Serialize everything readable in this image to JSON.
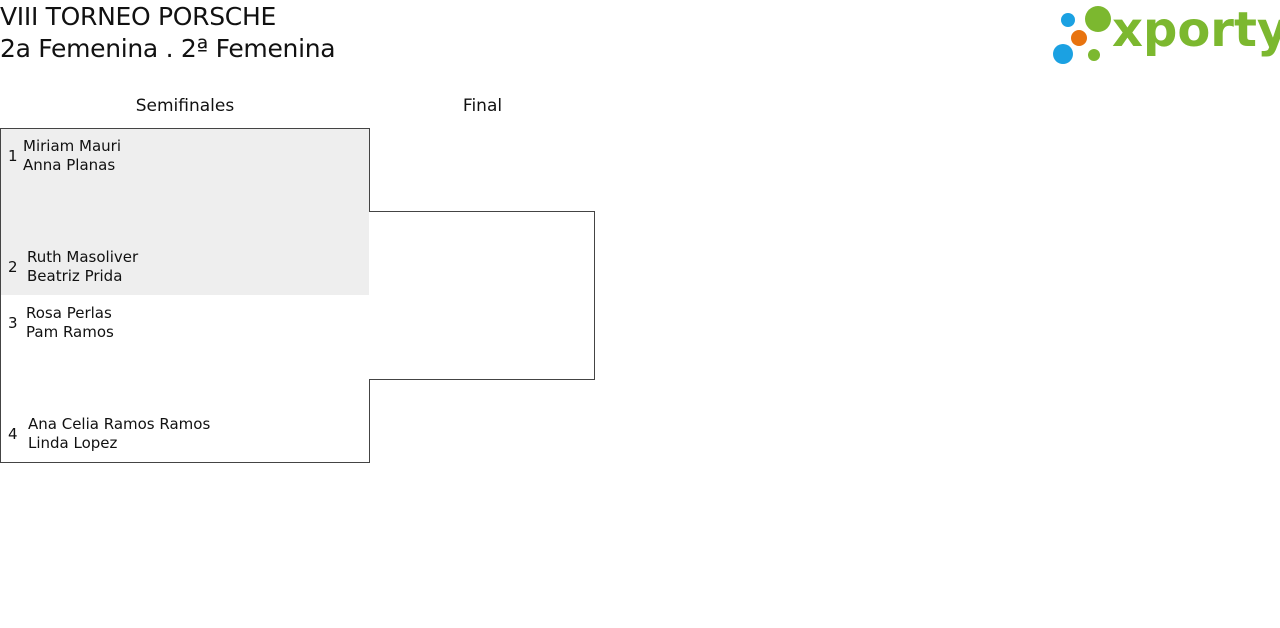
{
  "header": {
    "title": "VIII TORNEO PORSCHE",
    "subtitle": "2a Femenina . 2ª Femenina"
  },
  "logo": {
    "text": "xporty",
    "colors": {
      "green": "#7cb82f",
      "blue": "#1ba1e2",
      "orange": "#e8730f"
    }
  },
  "rounds": {
    "semis": "Semifinales",
    "final": "Final"
  },
  "bracket": {
    "entries": [
      {
        "seed": "1",
        "player1": "Miriam Mauri",
        "player2": "Anna Planas"
      },
      {
        "seed": "2",
        "player1": "Ruth Masoliver",
        "player2": "Beatriz Prida"
      },
      {
        "seed": "3",
        "player1": "Rosa Perlas",
        "player2": "Pam Ramos"
      },
      {
        "seed": "4",
        "player1": "Ana Celia Ramos Ramos",
        "player2": "Linda Lopez"
      }
    ]
  }
}
